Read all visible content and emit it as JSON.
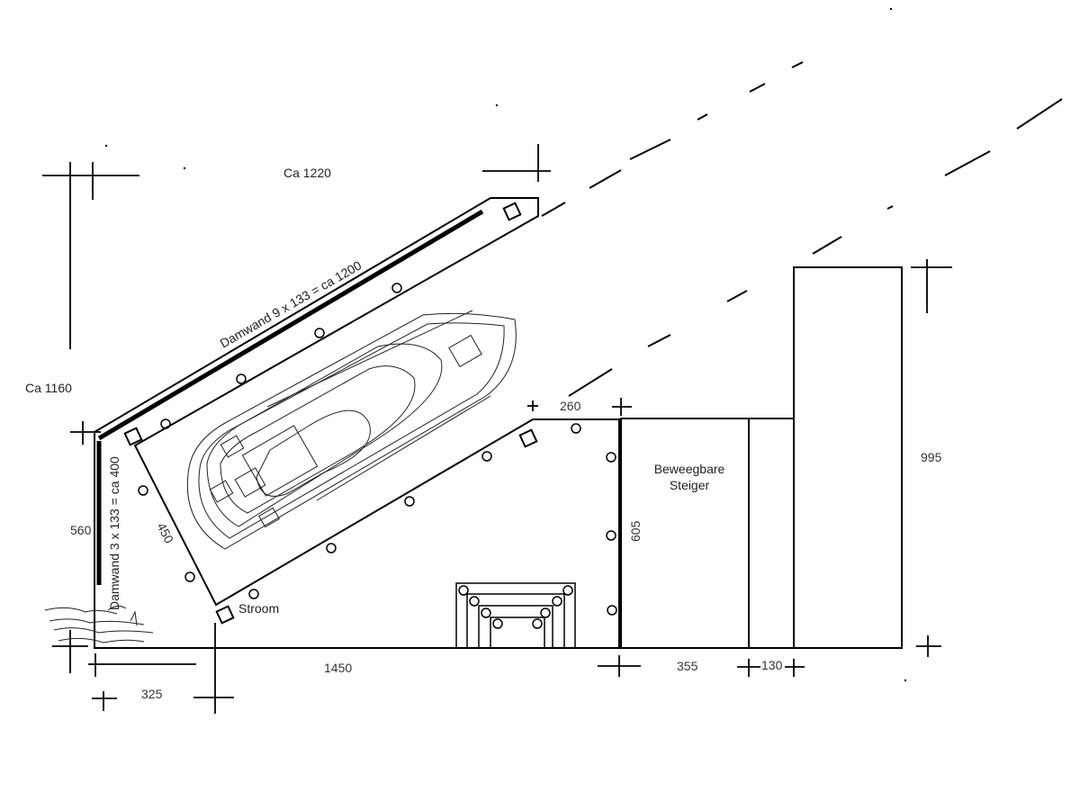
{
  "labels": {
    "ca_1220": "Ca 1220",
    "ca_1160": "Ca 1160",
    "damwand_top": "Damwand 9 x 133 = ca 1200",
    "damwand_left": "Damwand 3 x 133 = ca 400",
    "dim_560": "560",
    "dim_450": "450",
    "dim_260": "260",
    "dim_605": "605",
    "dim_995": "995",
    "dim_1450": "1450",
    "dim_325": "325",
    "dim_355": "355",
    "dim_130": "130",
    "stroom": "Stroom",
    "steiger_line1": "Beweegbare",
    "steiger_line2": "Steiger"
  }
}
